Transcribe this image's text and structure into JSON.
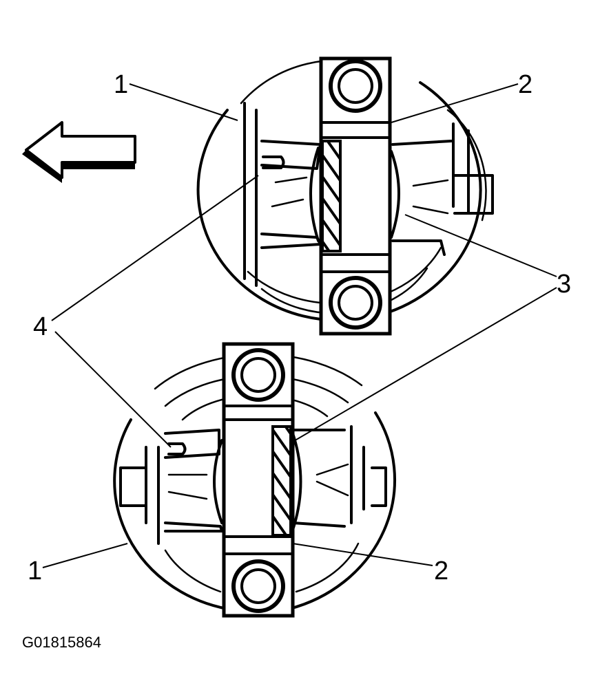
{
  "labels": {
    "top_1": "1",
    "top_2": "2",
    "callout_3": "3",
    "callout_4": "4",
    "bottom_1": "1",
    "bottom_2": "2"
  },
  "figure_code": "G01815864",
  "icons": {
    "direction": "left-arrow-icon"
  },
  "colors": {
    "ink": "#000000",
    "paper": "#ffffff"
  }
}
